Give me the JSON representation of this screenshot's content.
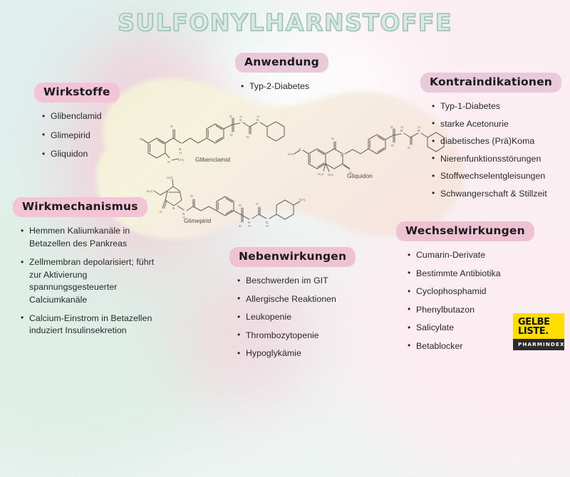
{
  "title": "SULFONYLHARNSTOFFE",
  "sections": {
    "wirkstoffe": {
      "heading": "Wirkstoffe",
      "items": [
        "Glibenclamid",
        "Glimepirid",
        "Gliquidon"
      ]
    },
    "anwendung": {
      "heading": "Anwendung",
      "items": [
        "Typ-2-Diabetes"
      ]
    },
    "kontraindikationen": {
      "heading": "Kontraindikationen",
      "items": [
        "Typ-1-Diabetes",
        "starke Acetonurie",
        "diabetisches (Prä)Koma",
        "Nierenfunktionsstörungen",
        "Stoffwechselentgleisungen",
        "Schwangerschaft & Stillzeit"
      ]
    },
    "wirkmechanismus": {
      "heading": "Wirkmechanismus",
      "items": [
        "Hemmen Kaliumkanäle in Betazellen des Pankreas",
        "Zellmembran depolarisiert; führt zur Aktivierung spannungsgesteuerter Calciumkanäle",
        "Calcium-Einstrom in Betazellen induziert Insulinsekretion"
      ]
    },
    "nebenwirkungen": {
      "heading": "Nebenwirkungen",
      "items": [
        "Beschwerden im GIT",
        "Allergische Reaktionen",
        "Leukopenie",
        "Thrombozytopenie",
        "Hypoglykämie"
      ]
    },
    "wechselwirkungen": {
      "heading": "Wechselwirkungen",
      "items": [
        "Cumarin-Derivate",
        "Bestimmte Antibiotika",
        "Cyclophosphamid",
        "Phenylbutazon",
        "Salicylate",
        "Betablocker"
      ]
    }
  },
  "molecules": [
    {
      "name": "Glibenclamid",
      "label": "Glibenclamid"
    },
    {
      "name": "Gliquidon",
      "label": "Gliquidon"
    },
    {
      "name": "Glimepirid",
      "label": "Glimepirid"
    }
  ],
  "logo": {
    "line1": "GELBE",
    "line2": "LISTE.",
    "tagline": "PHARMINDEX",
    "yellow": "#ffdd00",
    "dark": "#2b2b2b"
  },
  "colors": {
    "badge_pink": "#f2c4d5",
    "badge_mauve": "#e8cada",
    "title_fill": "#d9eae3",
    "title_stroke": "#9dc4b4",
    "bg_mint": "#dff0ec",
    "bg_pink": "#fbeef3",
    "blob_cream": "#f4f0dc",
    "text": "#26282a"
  }
}
